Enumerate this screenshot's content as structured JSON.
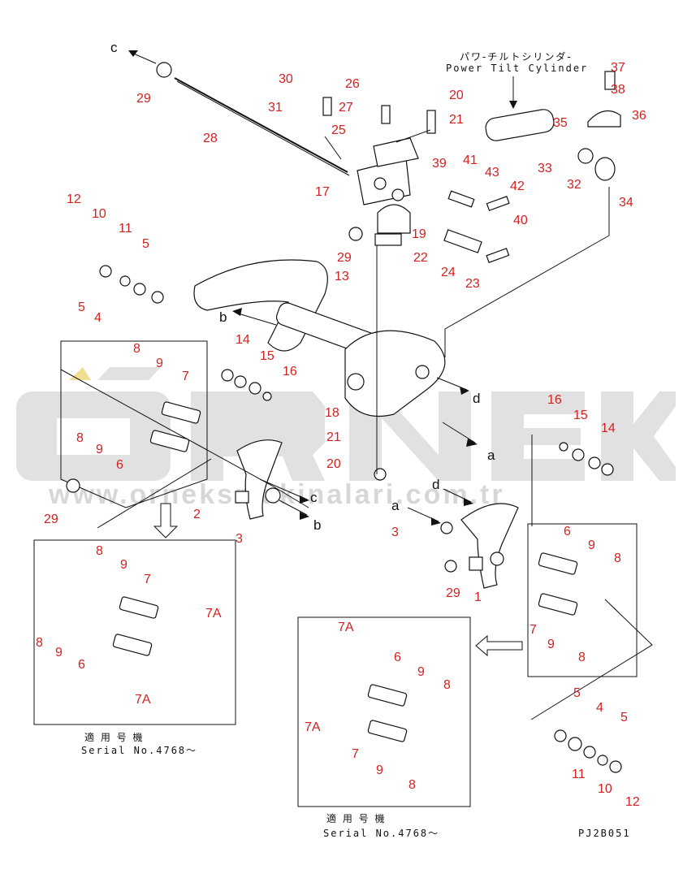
{
  "diagram": {
    "code": "PJ2B051",
    "top_caption_jp": "パワ-チルトシリンダ-",
    "top_caption_en": "Power Tilt Cylinder",
    "serial_jp": "適 用 号 機",
    "serial_en": "Serial No.4768～"
  },
  "watermark": {
    "brand": "ÖRNEK",
    "url": "www.orneksmakinalari.com.tr"
  },
  "arrow_letters": [
    "c",
    "b",
    "d",
    "a",
    "c",
    "b",
    "d",
    "a"
  ],
  "part_numbers": [
    "1",
    "2",
    "3",
    "4",
    "5",
    "6",
    "7",
    "7A",
    "8",
    "9",
    "10",
    "11",
    "12",
    "13",
    "14",
    "15",
    "16",
    "17",
    "18",
    "19",
    "20",
    "21",
    "22",
    "23",
    "24",
    "25",
    "26",
    "27",
    "28",
    "29",
    "30",
    "31",
    "32",
    "33",
    "34",
    "35",
    "36",
    "37",
    "38",
    "39",
    "40",
    "41",
    "42",
    "43"
  ],
  "callouts": [
    {
      "t": "30"
    },
    {
      "t": "26"
    },
    {
      "t": "20"
    },
    {
      "t": "37"
    },
    {
      "t": "38"
    },
    {
      "t": "36"
    },
    {
      "t": "31"
    },
    {
      "t": "27"
    },
    {
      "t": "25"
    },
    {
      "t": "21"
    },
    {
      "t": "35"
    },
    {
      "t": "29"
    },
    {
      "t": "28"
    },
    {
      "t": "17"
    },
    {
      "t": "39"
    },
    {
      "t": "41"
    },
    {
      "t": "43"
    },
    {
      "t": "42"
    },
    {
      "t": "33"
    },
    {
      "t": "32"
    },
    {
      "t": "34"
    },
    {
      "t": "40"
    },
    {
      "t": "12"
    },
    {
      "t": "10"
    },
    {
      "t": "11"
    },
    {
      "t": "5"
    },
    {
      "t": "5"
    },
    {
      "t": "4"
    },
    {
      "t": "29"
    },
    {
      "t": "19"
    },
    {
      "t": "22"
    },
    {
      "t": "24"
    },
    {
      "t": "23"
    },
    {
      "t": "13"
    },
    {
      "t": "14"
    },
    {
      "t": "15"
    },
    {
      "t": "16"
    },
    {
      "t": "8"
    },
    {
      "t": "9"
    },
    {
      "t": "7"
    },
    {
      "t": "8"
    },
    {
      "t": "9"
    },
    {
      "t": "6"
    },
    {
      "t": "18"
    },
    {
      "t": "21"
    },
    {
      "t": "20"
    },
    {
      "t": "29"
    },
    {
      "t": "2"
    },
    {
      "t": "3"
    },
    {
      "t": "16"
    },
    {
      "t": "15"
    },
    {
      "t": "14"
    },
    {
      "t": "8"
    },
    {
      "t": "9"
    },
    {
      "t": "7"
    },
    {
      "t": "7A"
    },
    {
      "t": "8"
    },
    {
      "t": "9"
    },
    {
      "t": "6"
    },
    {
      "t": "7A"
    },
    {
      "t": "3"
    },
    {
      "t": "29"
    },
    {
      "t": "1"
    },
    {
      "t": "6"
    },
    {
      "t": "9"
    },
    {
      "t": "8"
    },
    {
      "t": "7"
    },
    {
      "t": "9"
    },
    {
      "t": "8"
    },
    {
      "t": "7A"
    },
    {
      "t": "6"
    },
    {
      "t": "9"
    },
    {
      "t": "8"
    },
    {
      "t": "7A"
    },
    {
      "t": "7"
    },
    {
      "t": "9"
    },
    {
      "t": "8"
    },
    {
      "t": "5"
    },
    {
      "t": "4"
    },
    {
      "t": "5"
    },
    {
      "t": "11"
    },
    {
      "t": "10"
    },
    {
      "t": "12"
    }
  ]
}
